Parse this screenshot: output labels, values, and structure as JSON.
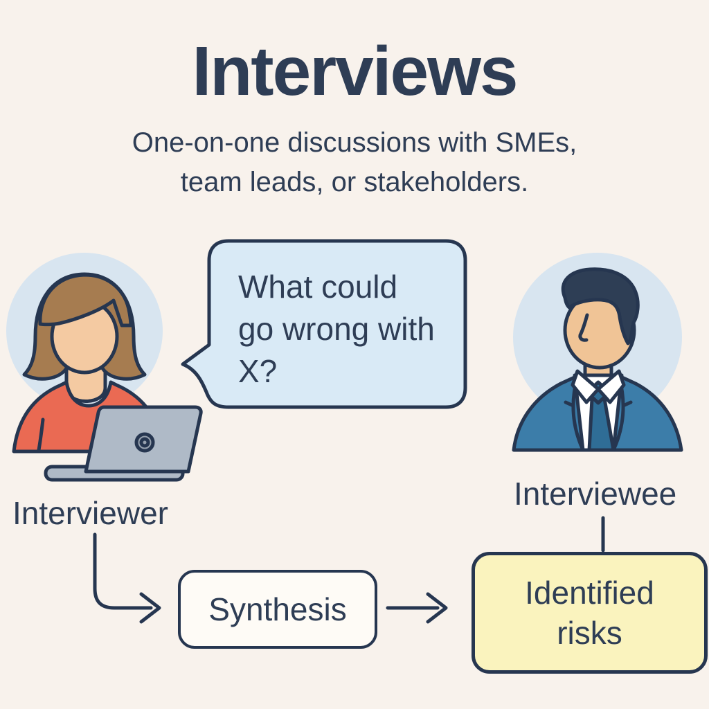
{
  "title": "Interviews",
  "subtitle": {
    "line1": "One-on-one discussions with SMEs,",
    "line2": "team leads, or stakeholders."
  },
  "speech_bubble": {
    "line1": "What could",
    "line2": "go wrong with",
    "line3": "X?"
  },
  "labels": {
    "interviewer": "Interviewer",
    "interviewee": "Interviewee"
  },
  "flow": {
    "synthesis_label": "Synthesis",
    "identified_risks_line1": "Identified",
    "identified_risks_line2": "risks"
  },
  "icons": {
    "interviewer": "woman-with-laptop-icon",
    "interviewee": "man-in-suit-icon",
    "bubble": "speech-bubble-icon",
    "laptop": "laptop-icon"
  },
  "colors": {
    "bg": "#F8F2EC",
    "ink": "#2E3D55",
    "outline": "#263650",
    "bubble": "#D9EAF6",
    "circle": "#D8E5F0",
    "red": "#EA6A53",
    "skin": "#F4CAA2",
    "skin2": "#F0C496",
    "hairbrown": "#A67C50",
    "hairnavy": "#2E3E55",
    "suit": "#3C7DA9",
    "tie": "#2F6D96",
    "white": "#FFFFFF",
    "laptop": "#AFBAC7",
    "laptopdark": "#98A2AF",
    "yellow": "#FAF3BE",
    "boxwhite": "#FEFBF6"
  }
}
